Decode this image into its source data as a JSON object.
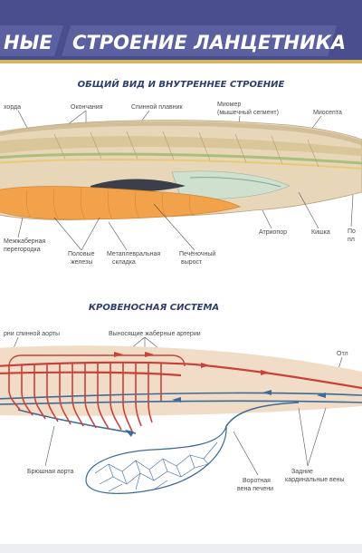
{
  "header": {
    "left_fragment": "НЫЕ",
    "title": "СТРОЕНИЕ ЛАНЦЕТНИКА"
  },
  "section_anatomy": {
    "title": "ОБЩИЙ ВИД И ВНУТРЕННЕЕ СТРОЕНИЕ",
    "labels": {
      "top_1": "хорда",
      "top_2": "Окончания",
      "top_3": "Спинной плавник",
      "top_4": "Миомер",
      "top_4b": "(мышечный сегмент)",
      "top_5": "Миосепта",
      "bottom_1": "Межжаберная",
      "bottom_1b": "перегородка",
      "bottom_2": "Половые",
      "bottom_2b": "железы",
      "bottom_3": "Метаплевральная",
      "bottom_3b": "складка",
      "bottom_4": "Печёночный",
      "bottom_4b": "вырост",
      "bottom_5": "Атриопор",
      "bottom_6": "Кишка",
      "bottom_7": "По",
      "bottom_7b": "пл"
    }
  },
  "section_blood": {
    "title": "КРОВЕНОСНАЯ СИСТЕМА",
    "labels": {
      "top_1": "рни спинной аорты",
      "top_2": "Выносящие жаберные артерии",
      "top_3": "Отл",
      "bottom_1": "Брюшная аорта",
      "bottom_2": "Воротная",
      "bottom_2b": "вена печени",
      "bottom_3": "Задние",
      "bottom_3b": "кардинальные вены"
    }
  },
  "colors": {
    "header_bar": "#4a4e8c",
    "body_tan": "#e7d6b8",
    "organ_orange": "#f2a24b",
    "artery_red": "#c8423a",
    "vein_blue": "#3c6b9a"
  }
}
